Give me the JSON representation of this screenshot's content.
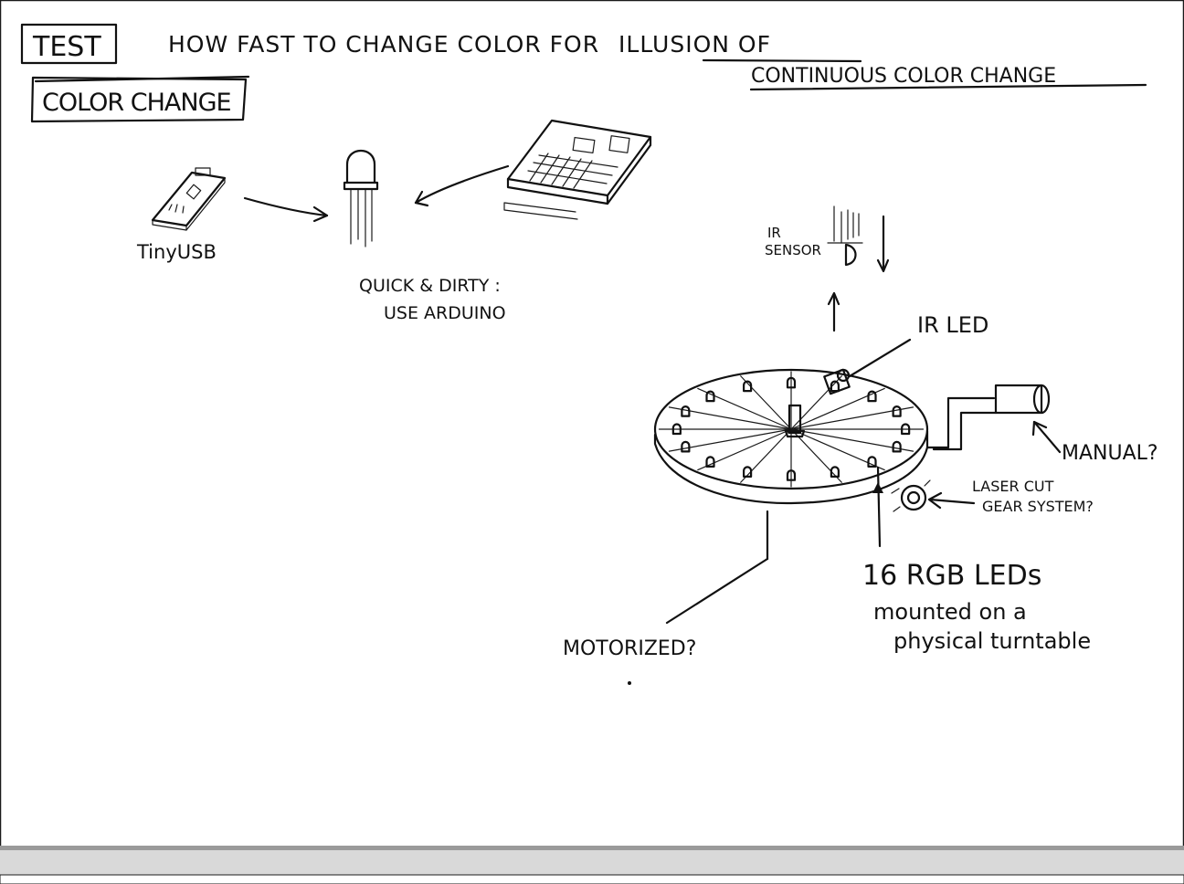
{
  "header": {
    "test_label": "TEST",
    "subject_label": "COLOR CHANGE",
    "question_line_1_prefix": "HOW FAST TO CHANGE COLOR FOR",
    "question_line_1_underlined": "ILLUSION OF",
    "question_line_2": "CONTINUOUS COLOR CHANGE"
  },
  "left_sketch": {
    "board_label": "TinyUSB",
    "note_line_1": "QUICK & DIRTY :",
    "note_line_2": "USE ARDUINO"
  },
  "turntable_sketch": {
    "ir_sensor_line_1": "IR",
    "ir_sensor_line_2": "SENSOR",
    "ir_led_label": "IR LED",
    "manual_label": "MANUAL?",
    "gear_line_1": "LASER CUT",
    "gear_line_2": "GEAR SYSTEM?",
    "leds_line_1": "16 RGB LEDs",
    "leds_line_2": "mounted on a",
    "leds_line_3": "physical turntable",
    "motorized_label": "MOTORIZED?",
    "led_count": 16
  },
  "colors": {
    "ink": "#111111",
    "paper": "#ffffff",
    "scan_shadow": "#bdbdbd"
  }
}
